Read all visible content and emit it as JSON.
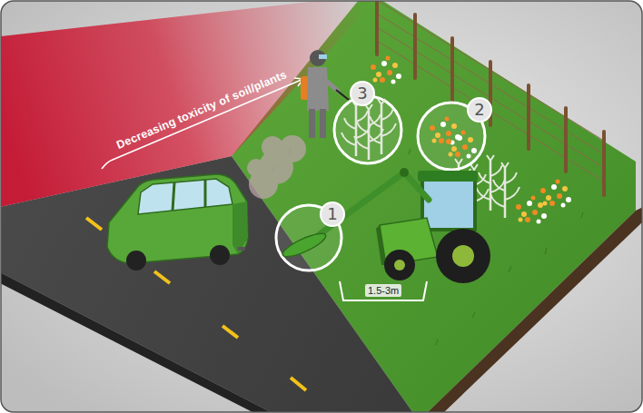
{
  "diagram": {
    "labels": [
      "Decreasing toxicity of soil/plants",
      "3",
      "2",
      "1",
      "1.5-3m"
    ]
  }
}
